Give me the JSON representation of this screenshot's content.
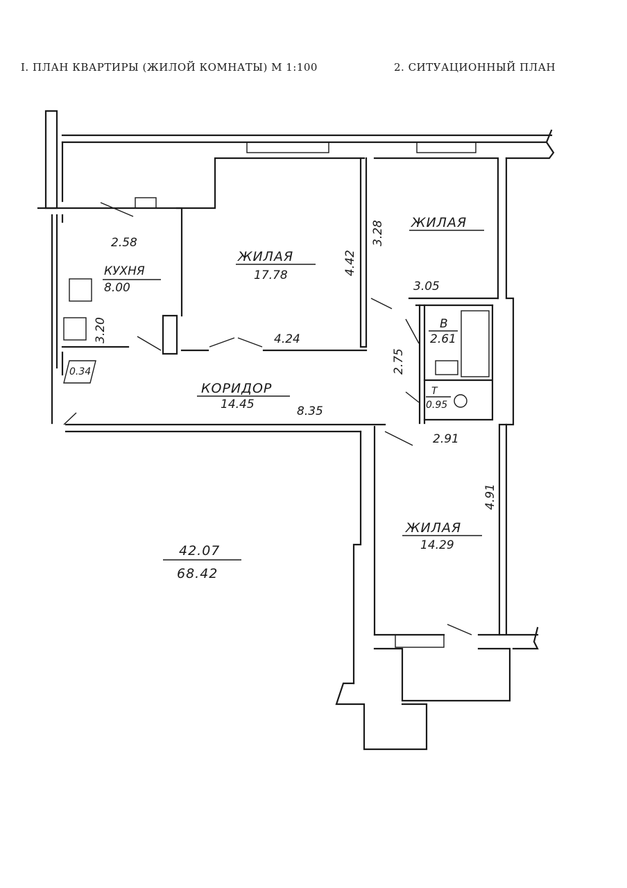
{
  "headings": {
    "left": "I. ПЛАН КВАРТИРЫ (ЖИЛОЙ КОМНАТЫ) М 1:100",
    "right": "2. СИТУАЦИОННЫЙ ПЛАН"
  },
  "rooms": {
    "living_center": {
      "name": "ЖИЛАЯ",
      "area": "17.78"
    },
    "living_ne": {
      "name": "ЖИЛАЯ"
    },
    "kitchen": {
      "name": "КУХНЯ",
      "area": "8.00"
    },
    "corridor": {
      "name": "КОРИДОР",
      "area": "14.45"
    },
    "bath": {
      "name": "В",
      "area": "2.61"
    },
    "toilet": {
      "name": "Т",
      "area": "0.95"
    },
    "living_se": {
      "name": "ЖИЛАЯ",
      "area": "14.29"
    },
    "closet": {
      "area": "0.34"
    }
  },
  "dimensions": {
    "kitchen_width": "2.58",
    "kitchen_depth": "3.20",
    "center_depth": "4.42",
    "center_width": "4.24",
    "ne_depth": "3.28",
    "ne_width": "3.05",
    "hall_depth": "2.75",
    "corridor_len": "8.35",
    "se_width": "2.91",
    "se_depth": "4.91"
  },
  "totals": {
    "living": "42.07",
    "total": "68.42"
  }
}
